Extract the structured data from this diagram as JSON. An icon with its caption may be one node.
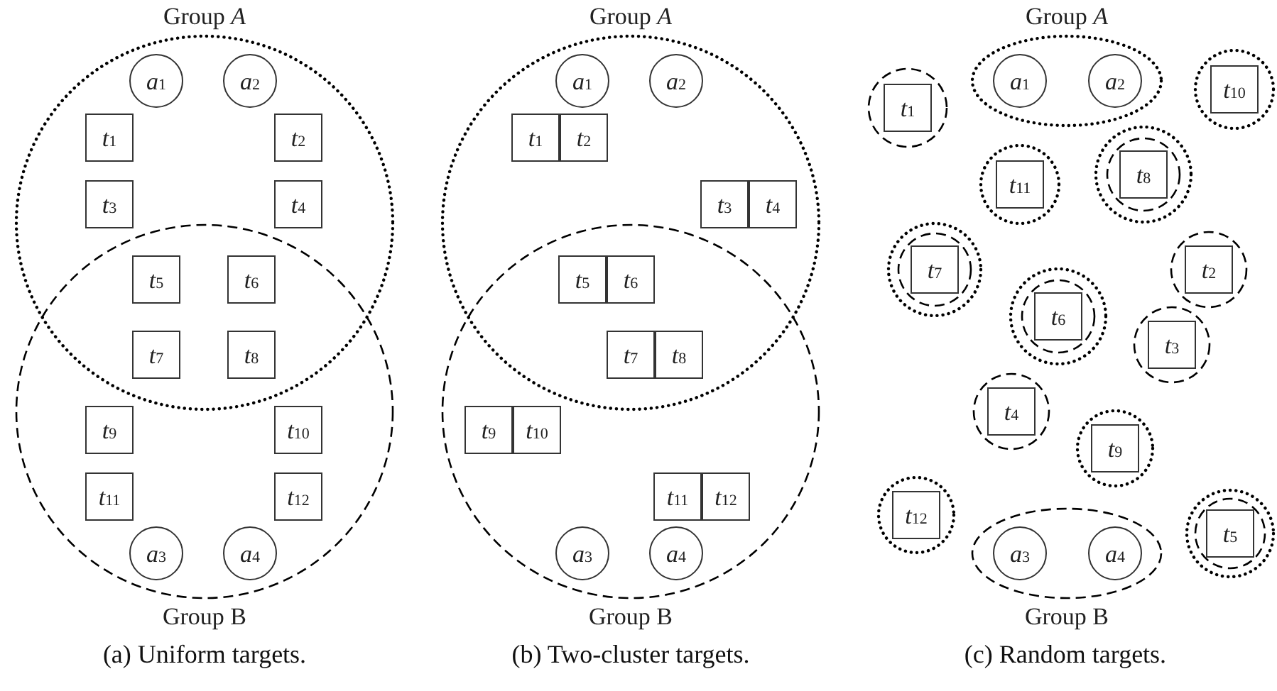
{
  "diagram": {
    "nodes": [
      {
        "text": [
          "Group *A*"
        ]
      },
      {
        "text": [
          "*a*$_{1}$"
        ],
        "in": 0
      },
      {
        "text": [
          "*a*$_{2}$"
        ],
        "in": 0
      },
      {
        "text": [
          "*t*$_{1}$"
        ],
        "in": 0
      },
      {
        "text": [
          "*t*$_{2}$"
        ],
        "in": 0
      },
      {
        "text": [
          "*t*$_{3}$"
        ],
        "in": 0
      },
      {
        "text": [
          "*t*$_{4}$"
        ],
        "in": 0
      },
      {
        "text": [
          "Group B"
        ]
      },
      {
        "text": [
          "*t*$_{5}$"
        ]
      },
      {
        "text": [
          "*t*$_{6}$"
        ]
      },
      {
        "text": [
          "*t*$_{7}$"
        ]
      },
      {
        "text": [
          "*t*$_{8}$"
        ]
      },
      {
        "text": [
          "*t*$_{9}$"
        ],
        "in": 7
      },
      {
        "text": [
          "*t*$_{10}$"
        ],
        "in": 7
      },
      {
        "text": [
          "*t*$_{11}$"
        ],
        "in": 7
      },
      {
        "text": [
          "*t*$_{12}$"
        ],
        "in": 7
      },
      {
        "text": [
          "*a*$_{3}$"
        ],
        "in": 7
      },
      {
        "text": [
          "*a*$_{4}$"
        ],
        "in": 7
      },
      {
        "text": [
          "Group *A*"
        ]
      },
      {
        "text": [
          "*a*$_{1}$"
        ],
        "in": 18
      },
      {
        "text": [
          "*a*$_{2}$"
        ],
        "in": 18
      },
      {
        "text": [
          "*t*$_{1}$"
        ],
        "in": 18
      },
      {
        "text": [
          "*t*$_{2}$"
        ],
        "in": 18
      },
      {
        "text": [
          "*t*$_{3}$"
        ],
        "in": 18
      },
      {
        "text": [
          "*t*$_{4}$"
        ],
        "in": 18
      },
      {
        "text": [
          "Group B"
        ]
      },
      {
        "text": [
          "*t*$_{5}$"
        ]
      },
      {
        "text": [
          "*t*$_{6}$"
        ]
      },
      {
        "text": [
          "*t*$_{7}$"
        ]
      },
      {
        "text": [
          "*t*$_{8}$"
        ]
      },
      {
        "text": [
          "*t*$_{9}$"
        ],
        "in": 25
      },
      {
        "text": [
          "*t*$_{10}$"
        ],
        "in": 25
      },
      {
        "text": [
          "*t*$_{11}$"
        ],
        "in": 25
      },
      {
        "text": [
          "*t*$_{12}$"
        ],
        "in": 25
      },
      {
        "text": [
          "*a*$_{3}$"
        ],
        "in": 25
      },
      {
        "text": [
          "*a*$_{4}$"
        ],
        "in": 25
      },
      {
        "text": [],
        "shape": "circle"
      },
      {
        "text": [
          "*t*$_{1}$"
        ],
        "in": 36
      },
      {
        "text": [
          "Group *A*"
        ]
      },
      {
        "text": [
          "*a*$_{1}$"
        ],
        "in": 38
      },
      {
        "text": [
          "*a*$_{2}$"
        ],
        "in": 38
      },
      {
        "text": [],
        "shape": "circle"
      },
      {
        "text": [
          "*t*$_{10}$"
        ],
        "in": 41
      },
      {
        "text": [],
        "shape": "circle"
      },
      {
        "text": [
          "*t*$_{11}$"
        ],
        "in": 43
      },
      {
        "text": [],
        "shape": "circle"
      },
      {
        "text": [],
        "shape": "circle",
        "in": 45
      },
      {
        "text": [
          "*t*$_{8}$"
        ],
        "in": 46
      },
      {
        "text": [],
        "shape": "circle"
      },
      {
        "text": [],
        "shape": "circle",
        "in": 48
      },
      {
        "text": [
          "*t*$_{7}$"
        ],
        "in": 49
      },
      {
        "text": [],
        "shape": "circle"
      },
      {
        "text": [
          "*t*$_{2}$"
        ],
        "in": 51
      },
      {
        "text": [],
        "shape": "circle"
      },
      {
        "text": [],
        "shape": "circle",
        "in": 53
      },
      {
        "text": [
          "*t*$_{6}$"
        ],
        "in": 54
      },
      {
        "text": [],
        "shape": "circle"
      },
      {
        "text": [
          "*t*$_{3}$"
        ],
        "in": 56
      },
      {
        "text": [],
        "shape": "circle"
      },
      {
        "text": [
          "*t*$_{4}$"
        ],
        "in": 58
      },
      {
        "text": [],
        "shape": "circle"
      },
      {
        "text": [
          "*t*$_{9}$"
        ],
        "in": 60
      },
      {
        "text": [],
        "shape": "circle"
      },
      {
        "text": [
          "*t*$_{12}$"
        ],
        "in": 62
      },
      {
        "text": [
          "Group B"
        ]
      },
      {
        "text": [
          "*a*$_{3}$"
        ],
        "in": 64
      },
      {
        "text": [
          "*a*$_{4}$"
        ],
        "in": 64
      },
      {
        "text": [],
        "shape": "circle"
      },
      {
        "text": [],
        "shape": "circle",
        "in": 67
      },
      {
        "text": [
          "*t*$_{5}$"
        ],
        "in": 68
      }
    ],
    "labels": [
      "(a) Uniform targets.",
      "(b) Two-cluster targets.",
      "(c) Random targets."
    ]
  }
}
